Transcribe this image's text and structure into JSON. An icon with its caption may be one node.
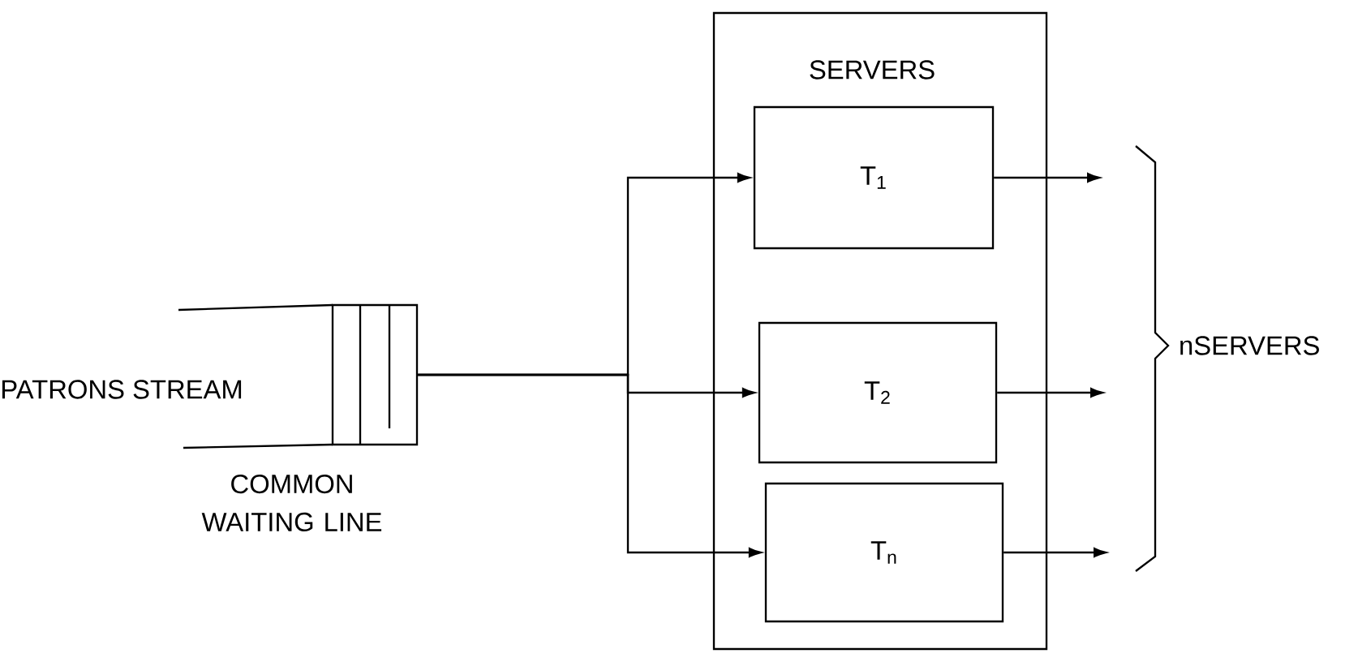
{
  "diagram": {
    "nodes": [
      {
        "text": [],
        "shape": "box",
        "beside": [
          "PATRONS STREAM",
          "COMMON WAITING LINE"
        ]
      },
      {
        "text": [
          "SERVERS"
        ]
      },
      {
        "text": [
          "T$_{1}$"
        ],
        "in": 1
      },
      {
        "text": [
          "T$_{2}$"
        ],
        "in": 1
      },
      {
        "text": [
          "T$_{n}$"
        ],
        "in": 1
      }
    ],
    "edges": [
      {
        "from": 0,
        "to": 2,
        "arrow": "to"
      },
      {
        "from": 0,
        "to": 3,
        "arrow": "to"
      },
      {
        "from": 0,
        "to": 4,
        "arrow": "to"
      },
      {
        "from": 2,
        "to": null,
        "arrow": "to"
      },
      {
        "from": 3,
        "to": null,
        "arrow": "to"
      },
      {
        "from": 4,
        "to": null,
        "arrow": "to"
      }
    ],
    "labels": [
      "nSERVERS"
    ]
  }
}
